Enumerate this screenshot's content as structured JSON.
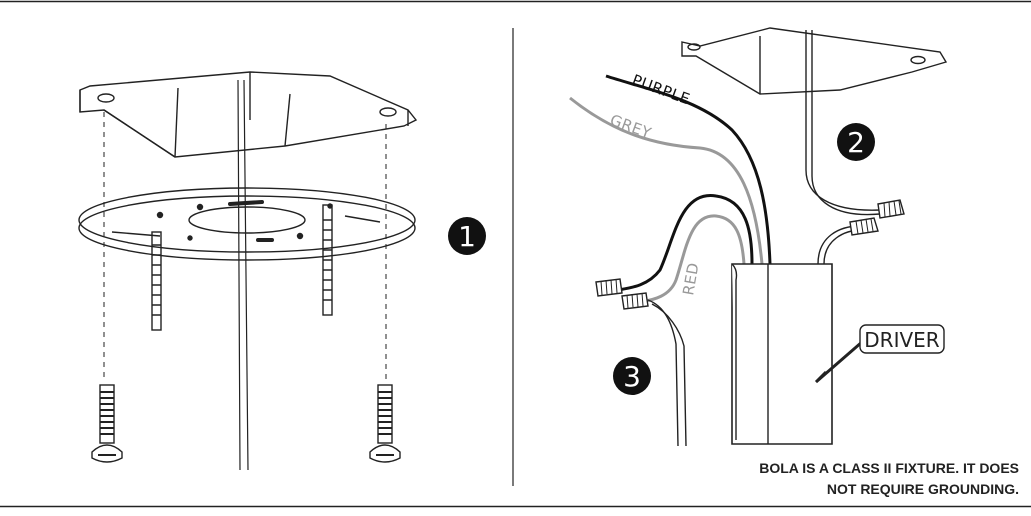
{
  "steps": [
    "1",
    "2",
    "3"
  ],
  "wires": {
    "purple": "PURPLE",
    "grey": "GREY",
    "red": "RED"
  },
  "driver_label": "DRIVER",
  "note": {
    "line1": "BOLA IS A CLASS II FIXTURE. IT DOES",
    "line2": "NOT REQUIRE GROUNDING."
  }
}
